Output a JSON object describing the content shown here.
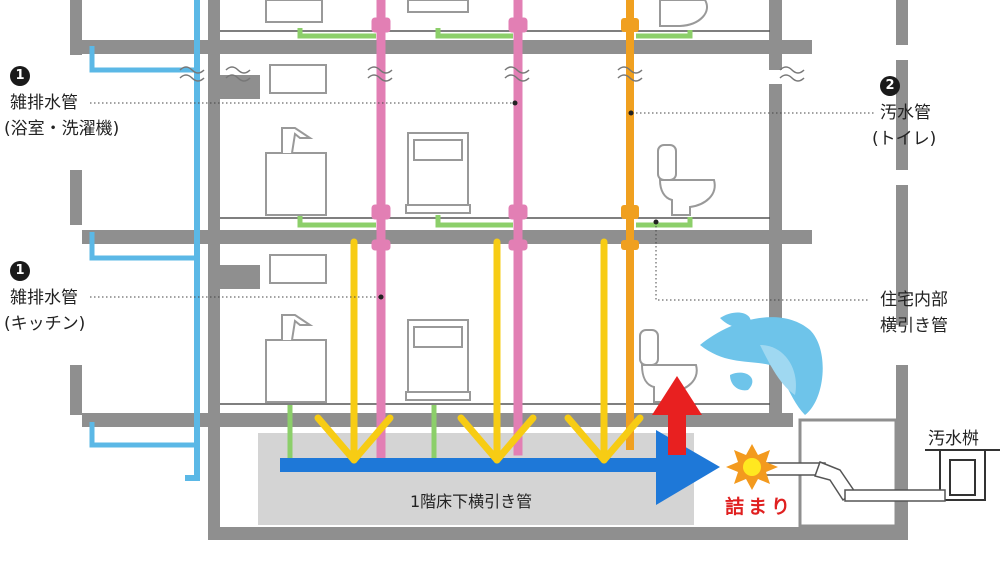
{
  "labels": {
    "misc_bath": {
      "num": "1",
      "line1": "雑排水管",
      "line2": "(浴室・洗濯機)"
    },
    "misc_kitchen": {
      "num": "1",
      "line1": "雑排水管",
      "line2": "(キッチン)"
    },
    "sewage_toilet": {
      "num": "2",
      "line1": "汚水管",
      "line2": "(トイレ)"
    },
    "branch": {
      "line1": "住宅内部",
      "line2": "横引き管"
    },
    "outlet": "汚水桝",
    "crawlspace": "1階床下横引き管",
    "clog": "詰まり"
  },
  "colors": {
    "misc_bath_pipe": "#5bb8e6",
    "misc_kitchen_pipe": "#e27fb4",
    "sewage_pipe": "#f0a020",
    "branch_pipe": "#8ccf6a",
    "main_pipe": "#1e78d8",
    "flow_arrow": "#f7cc14",
    "backflow_arrow": "#e82020",
    "water": "#6ec4ea",
    "wall": "#8f8f8f",
    "crawlspace_fill": "#d4d4d4"
  }
}
